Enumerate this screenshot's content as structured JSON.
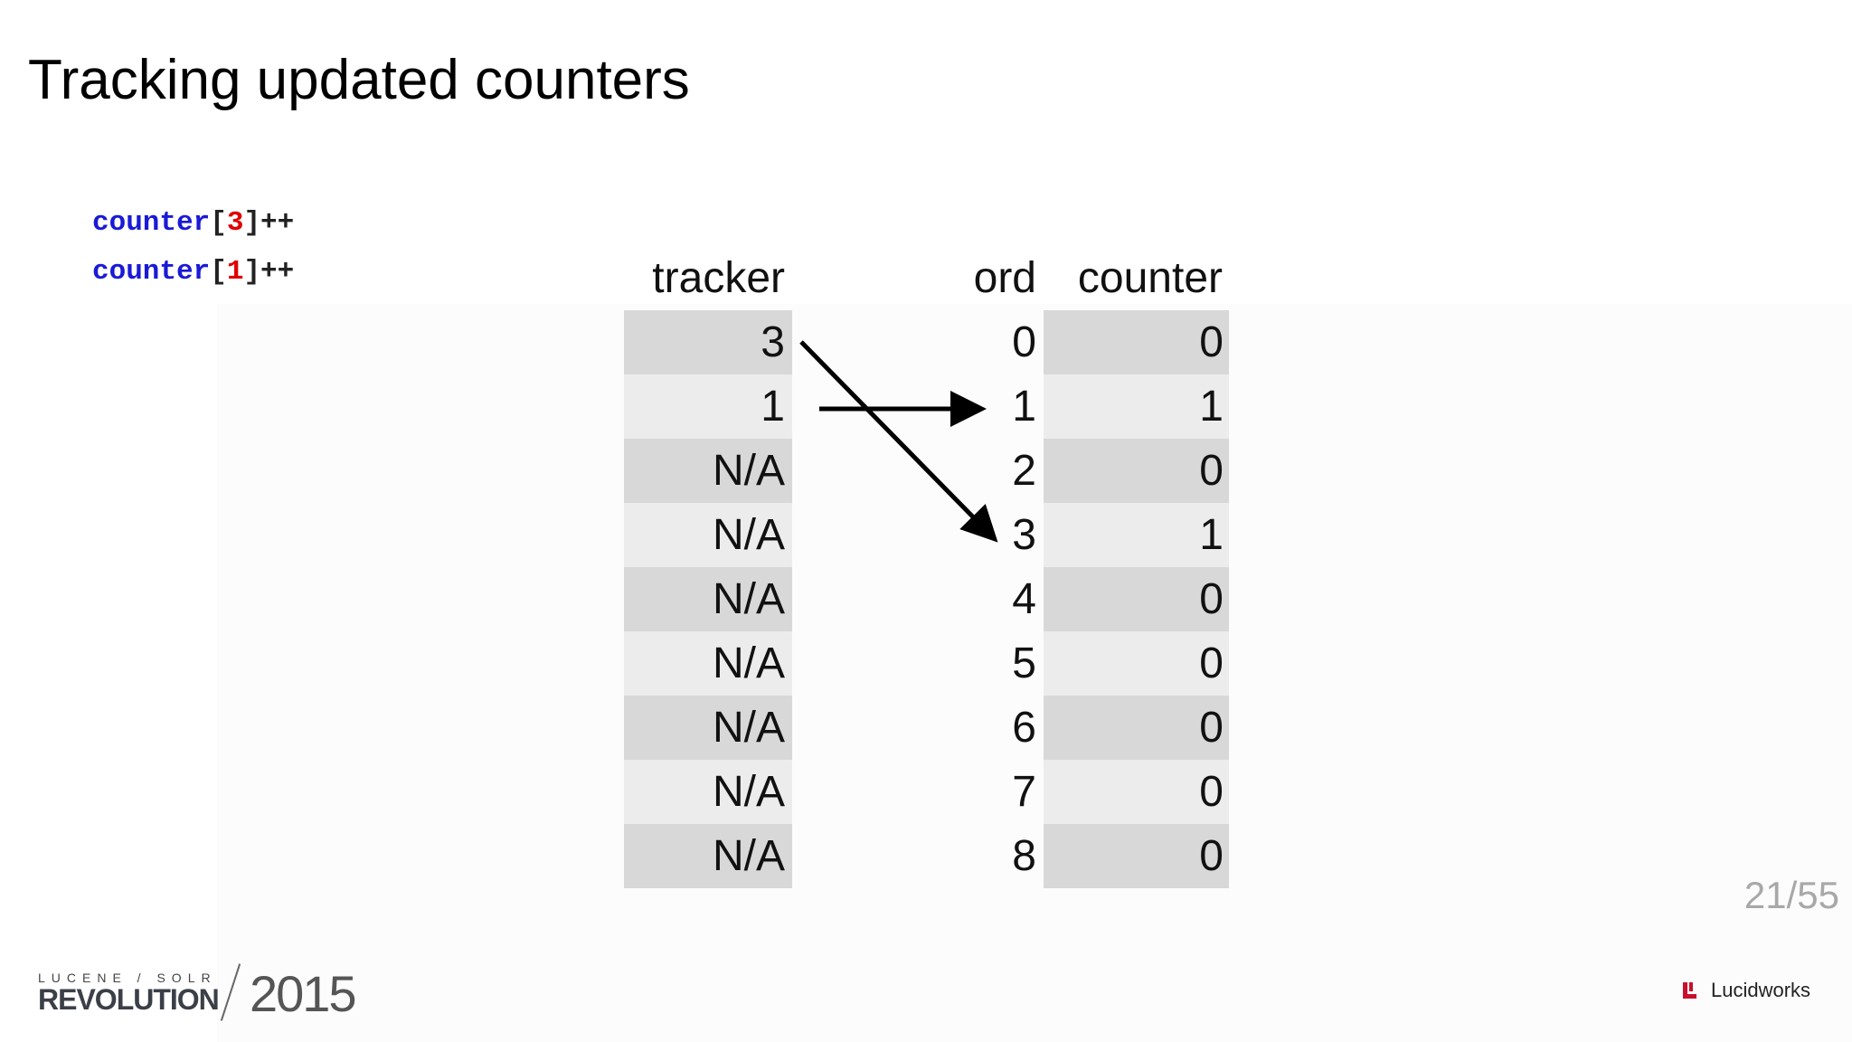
{
  "slide": {
    "title": "Tracking updated counters",
    "page_number": "21/55"
  },
  "code": [
    {
      "name": "counter",
      "open": "[",
      "index": "3",
      "close": "]++"
    },
    {
      "name": "counter",
      "open": "[",
      "index": "1",
      "close": "]++"
    }
  ],
  "table": {
    "headers": {
      "tracker": "tracker",
      "ord": "ord",
      "counter": "counter"
    },
    "tracker": [
      "3",
      "1",
      "N/A",
      "N/A",
      "N/A",
      "N/A",
      "N/A",
      "N/A",
      "N/A"
    ],
    "ord": [
      "0",
      "1",
      "2",
      "3",
      "4",
      "5",
      "6",
      "7",
      "8"
    ],
    "counter": [
      "0",
      "1",
      "0",
      "1",
      "0",
      "0",
      "0",
      "0",
      "0"
    ]
  },
  "arrows": [
    {
      "from_tracker_row": 0,
      "to_ord_row": 3
    },
    {
      "from_tracker_row": 1,
      "to_ord_row": 1
    }
  ],
  "branding": {
    "event_top": "LUCENE / SOLR",
    "event_bottom": "REVOLUTION",
    "event_year": "2015",
    "company": "Lucidworks",
    "company_mark_color": "#c8102e"
  },
  "colors": {
    "code_name": "#1a1ad6",
    "code_index": "#e00000",
    "row_dark": "#d8d8d8",
    "row_light": "#ececec"
  }
}
